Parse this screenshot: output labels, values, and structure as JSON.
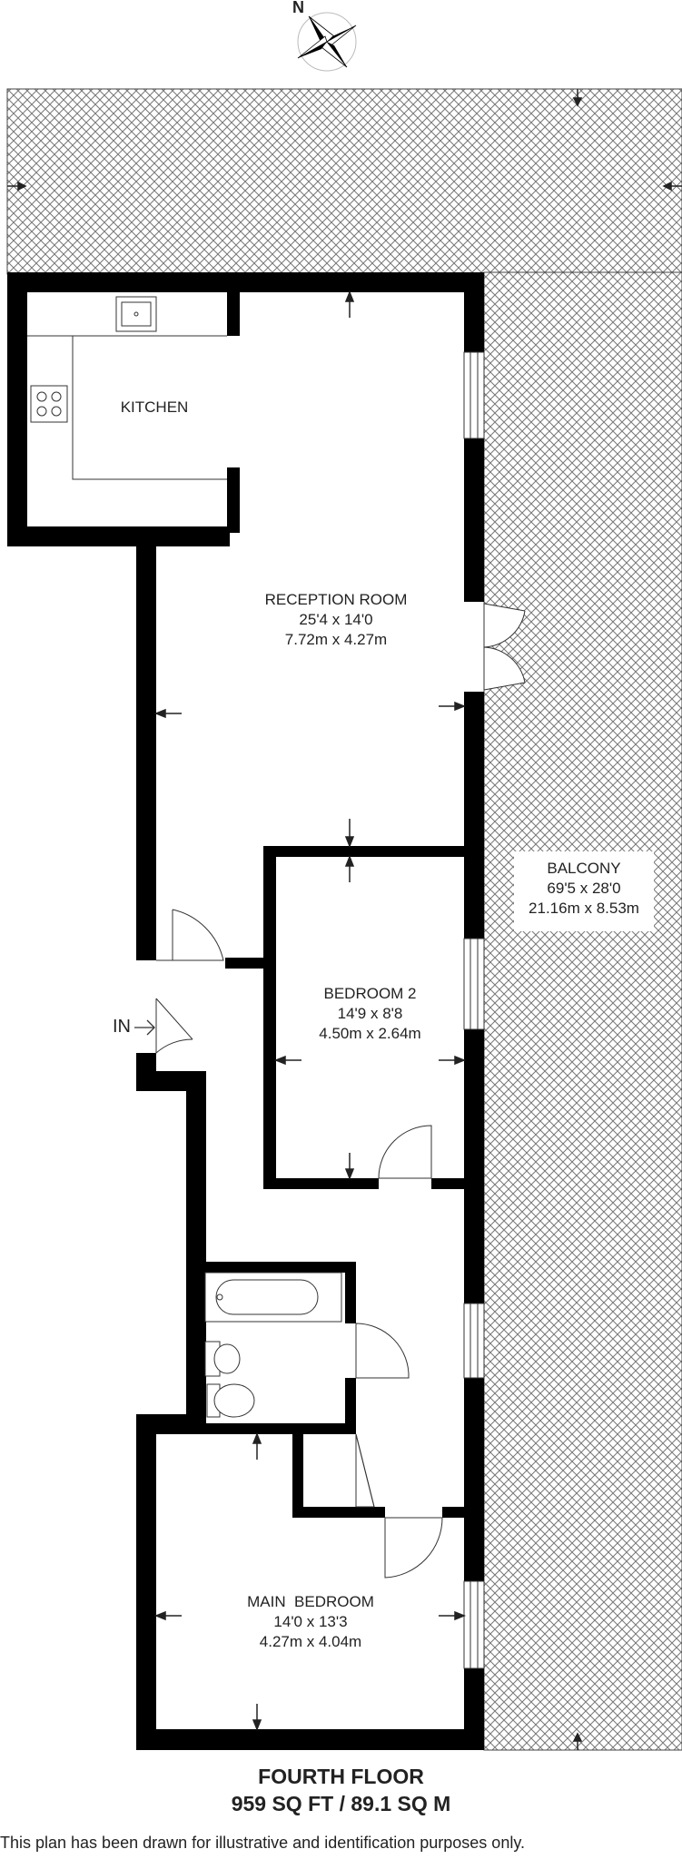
{
  "compass": {
    "north_letter": "N"
  },
  "rooms": {
    "kitchen": {
      "title": "KITCHEN"
    },
    "reception": {
      "title": "RECEPTION ROOM",
      "dim_imperial": "25'4 x 14'0",
      "dim_metric": "7.72m x 4.27m"
    },
    "balcony": {
      "title": "BALCONY",
      "dim_imperial": "69'5 x 28'0",
      "dim_metric": "21.16m x 8.53m"
    },
    "bedroom2": {
      "title": "BEDROOM 2",
      "dim_imperial": "14'9 x 8'8",
      "dim_metric": "4.50m x 2.64m"
    },
    "main_bedroom": {
      "title": "MAIN  BEDROOM",
      "dim_imperial": "14'0 x 13'3",
      "dim_metric": "4.27m x 4.04m"
    }
  },
  "entrance": {
    "label": "IN"
  },
  "footer": {
    "floor": "FOURTH FLOOR",
    "area": "959 SQ FT / 89.1 SQ M",
    "disclaimer": "This plan has been drawn for illustrative and identification purposes only."
  },
  "colors": {
    "wall": "#000000",
    "hatch": "#777777",
    "background": "#ffffff"
  }
}
